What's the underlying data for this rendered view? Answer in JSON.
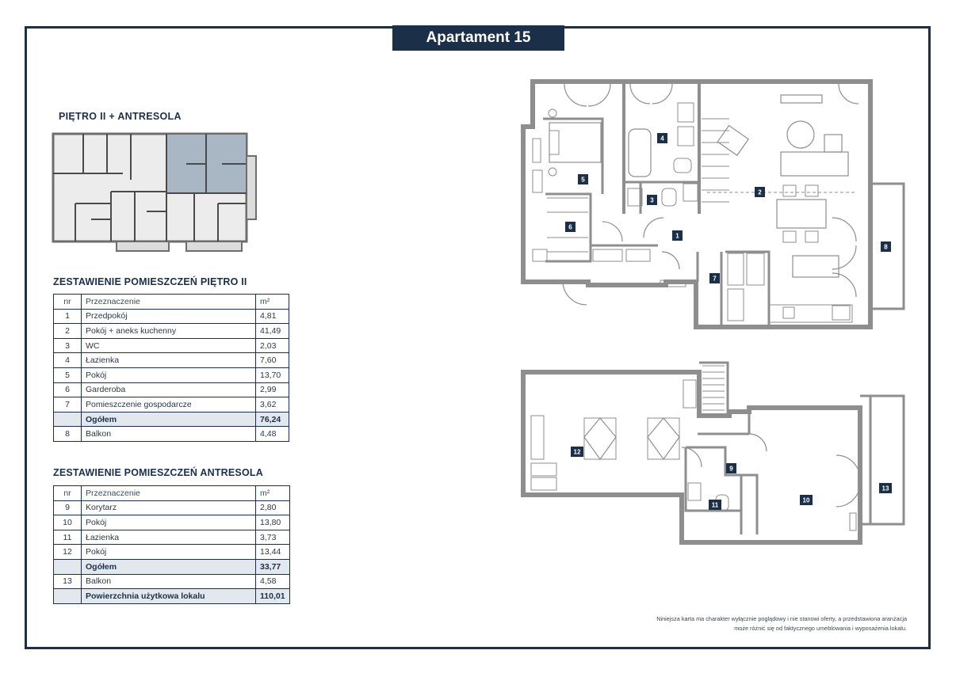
{
  "header": {
    "title": "Apartament 15"
  },
  "floor_label": "PIĘTRO II + ANTRESOLA",
  "table_floor": {
    "title": "ZESTAWIENIE POMIESZCZEŃ PIĘTRO II",
    "headers": {
      "nr": "nr",
      "name": "Przeznaczenie",
      "unit": "m²"
    },
    "rows": [
      {
        "nr": "1",
        "name": "Przedpokój",
        "area": "4,81"
      },
      {
        "nr": "2",
        "name": "Pokój + aneks kuchenny",
        "area": "41,49"
      },
      {
        "nr": "3",
        "name": "WC",
        "area": "2,03"
      },
      {
        "nr": "4",
        "name": "Łazienka",
        "area": "7,60"
      },
      {
        "nr": "5",
        "name": "Pokój",
        "area": "13,70"
      },
      {
        "nr": "6",
        "name": "Garderoba",
        "area": "2,99"
      },
      {
        "nr": "7",
        "name": "Pomieszczenie gospodarcze",
        "area": "3,62"
      }
    ],
    "total": {
      "label": "Ogółem",
      "area": "76,24"
    },
    "extra": {
      "nr": "8",
      "name": "Balkon",
      "area": "4,48"
    }
  },
  "table_mezz": {
    "title": "ZESTAWIENIE POMIESZCZEŃ ANTRESOLA",
    "headers": {
      "nr": "nr",
      "name": "Przeznaczenie",
      "unit": "m²"
    },
    "rows": [
      {
        "nr": "9",
        "name": "Korytarz",
        "area": "2,80"
      },
      {
        "nr": "10",
        "name": "Pokój",
        "area": "13,80"
      },
      {
        "nr": "11",
        "name": "Łazienka",
        "area": "3,73"
      },
      {
        "nr": "12",
        "name": "Pokój",
        "area": "13,44"
      }
    ],
    "total": {
      "label": "Ogółem",
      "area": "33,77"
    },
    "extra": {
      "nr": "13",
      "name": "Balkon",
      "area": "4,58"
    },
    "grand_total": {
      "label": "Powierzchnia użytkowa lokalu",
      "area": "110,01"
    }
  },
  "disclaimer": {
    "line1": "Niniejsza karta ma charakter wyłącznie poglądowy i nie stanowi oferty, a przedstawiona aranżacja",
    "line2": "może różnić się od faktycznego umeblowania i wyposażenia lokalu."
  },
  "plan_tags": {
    "r1": "1",
    "r2": "2",
    "r3": "3",
    "r4": "4",
    "r5": "5",
    "r6": "6",
    "r7": "7",
    "r8": "8",
    "r9": "9",
    "r10": "10",
    "r11": "11",
    "r12": "12",
    "r13": "13"
  },
  "colors": {
    "navy": "#1b3048",
    "highlight": "#a9b7c4",
    "wall": "#8e8e8e",
    "table_total_bg": "#e3e8ee"
  }
}
